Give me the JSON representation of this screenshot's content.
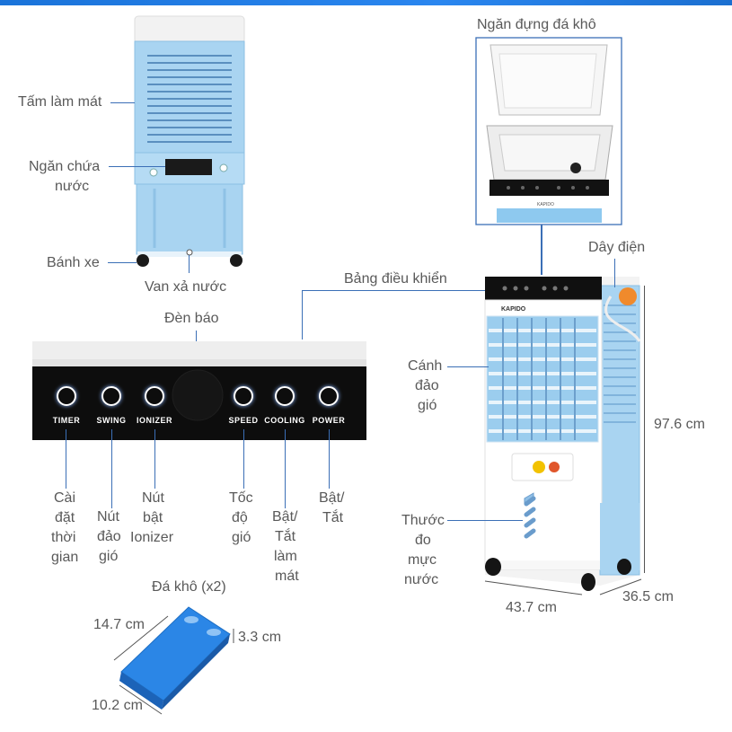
{
  "labels": {
    "cooling_pad": "Tấm làm mát",
    "water_tank_line1": "Ngăn chứa",
    "water_tank_line2": "nước",
    "wheels": "Bánh xe",
    "drain_valve": "Van xả nước",
    "ice_compartment": "Ngăn đựng đá khô",
    "power_cord": "Dây điện",
    "control_panel": "Bảng điều khiển",
    "indicator_light": "Đèn báo",
    "louver_line1": "Cánh",
    "louver_line2": "đảo",
    "louver_line3": "gió",
    "water_gauge_line1": "Thước",
    "water_gauge_line2": "đo",
    "water_gauge_line3": "mực",
    "water_gauge_line4": "nước",
    "ice_packs": "Đá khô (x2)"
  },
  "buttons": [
    {
      "key": "timer",
      "label": "TIMER",
      "desc": [
        "Cài",
        "đặt",
        "thời",
        "gian"
      ]
    },
    {
      "key": "swing",
      "label": "SWING",
      "desc": [
        "Nút",
        "đảo",
        "gió"
      ]
    },
    {
      "key": "ionizer",
      "label": "IONIZER",
      "desc": [
        "Nút",
        "bật",
        "Ionizer"
      ]
    },
    {
      "key": "speed",
      "label": "SPEED",
      "desc": [
        "Tốc",
        "độ",
        "gió"
      ]
    },
    {
      "key": "cooling",
      "label": "COOLING",
      "desc": [
        "Bật/",
        "Tắt",
        "làm",
        "mát"
      ]
    },
    {
      "key": "power",
      "label": "POWER",
      "desc": [
        "Bật/",
        "Tắt"
      ]
    }
  ],
  "dimensions": {
    "height": "97.6 cm",
    "width": "43.7 cm",
    "depth": "36.5 cm",
    "ice_length": "14.7 cm",
    "ice_width": "10.2 cm",
    "ice_thickness": "3.3 cm"
  },
  "brand": "KAPIDO",
  "colors": {
    "accent": "#3b6fb6",
    "body_blue": "#a9d4f1",
    "panel_black": "#0d0d0d",
    "ice_blue": "#2b86e6"
  }
}
